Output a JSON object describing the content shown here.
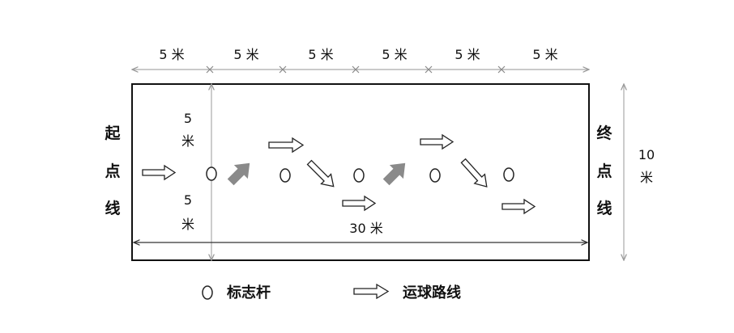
{
  "top_dimensions": [
    "5 米",
    "5 米",
    "5 米",
    "5 米",
    "5 米",
    "5 米"
  ],
  "cone_spacing_top": [
    "5",
    "米"
  ],
  "cone_spacing_bottom": [
    "5",
    "米"
  ],
  "start_line": [
    "起",
    "点",
    "线"
  ],
  "finish_line": [
    "终",
    "点",
    "线"
  ],
  "width_dimension": [
    "10",
    "米"
  ],
  "length_dimension": "30 米",
  "legend": {
    "marker_label": "标志杆",
    "route_label": "运球路线"
  }
}
